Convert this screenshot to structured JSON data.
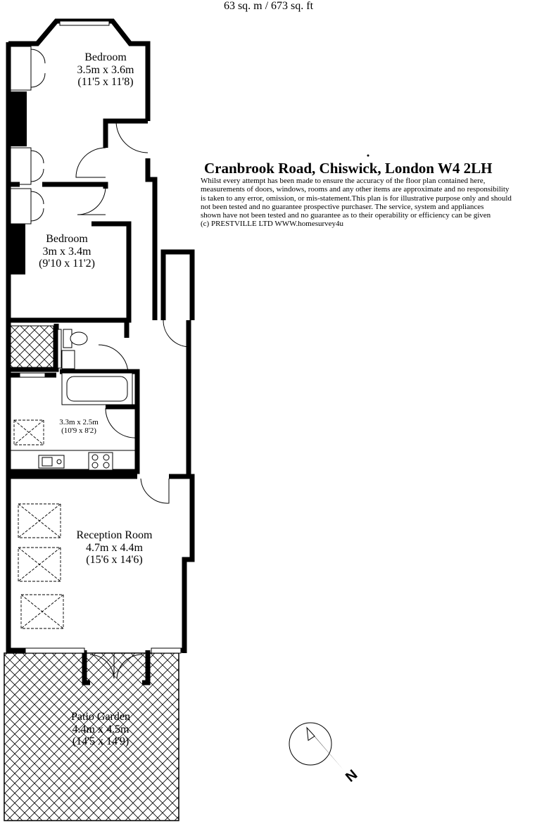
{
  "header": {
    "area_text": "63 sq. m  / 673 sq. ft"
  },
  "info": {
    "address": "Cranbrook Road, Chiswick, London W4 2LH",
    "disclaimer": [
      "Whilst every attempt has been made to ensure the accuracy of the floor plan contained here,",
      " measurements of doors, windows, rooms and any other items are approximate and no responsibility",
      " is taken to any error, omission, or mis-statement.This plan is for illustrative purpose only and should",
      " not been tested and no guarantee prospective purchaser. The service, system and appliances",
      "shown have not been tested and no guarantee as to their operability or efficiency can be given",
      "(c) PRESTVILLE LTD WWW.homesurvey4u"
    ]
  },
  "rooms": {
    "bedroom1": {
      "name": "Bedroom",
      "metric": "3.5m x 3.6m",
      "imperial": "(11'5 x 11'8)"
    },
    "bedroom2": {
      "name": "Bedroom",
      "metric": "3m x 3.4m",
      "imperial": "(9'10 x 11'2)"
    },
    "kitchen": {
      "metric": "3.3m x 2.5m",
      "imperial": "(10'9 x 8'2)"
    },
    "reception": {
      "name": "Reception Room",
      "metric": "4.7m x 4.4m",
      "imperial": "(15'6 x 14'6)"
    },
    "patio": {
      "name": "Patio Garden",
      "metric": "4.4m x 4.5m",
      "imperial": "(14'5 x 14'9)"
    }
  },
  "compass": {
    "label": "N",
    "icon": "north-arrow-icon"
  },
  "colors": {
    "wall": "#000000",
    "background": "#ffffff"
  }
}
